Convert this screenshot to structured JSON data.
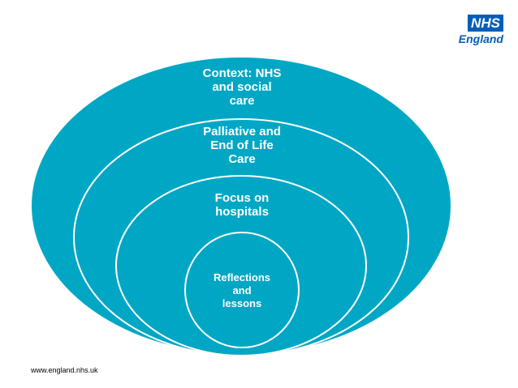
{
  "colors": {
    "ring_fill": "#00a7c4",
    "ring_stroke": "#ffffff",
    "brand_blue": "#005eb8"
  },
  "diagram": {
    "rings": [
      {
        "label": "Context: NHS\nand social\ncare"
      },
      {
        "label": "Palliative and\nEnd of Life\nCare"
      },
      {
        "label": "Focus on\nhospitals"
      },
      {
        "label": "Reflections\nand\nlessons"
      }
    ]
  },
  "logo": {
    "box_text": "NHS",
    "word_text": "England"
  },
  "footer": {
    "url": "www.england.nhs.uk"
  }
}
